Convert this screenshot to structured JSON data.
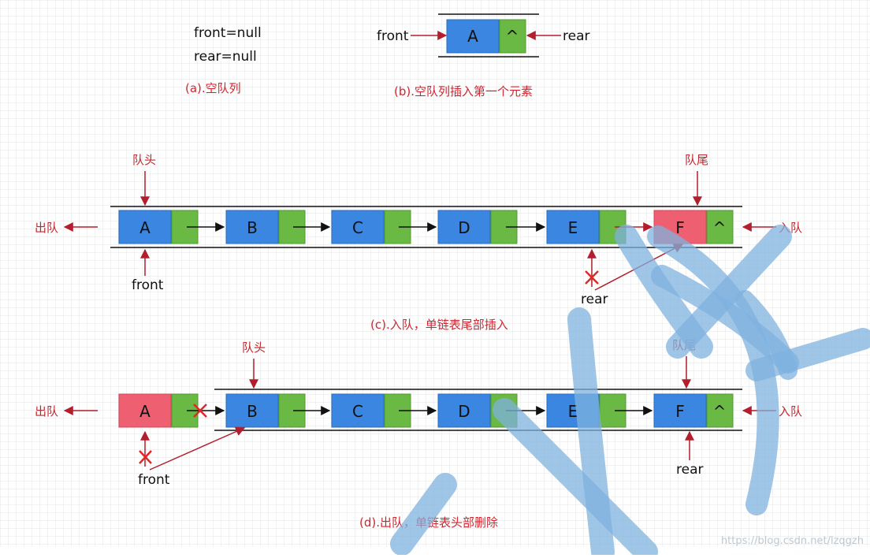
{
  "panel_a": {
    "front_text": "front=null",
    "rear_text": "rear=null",
    "caption": "(a).空队列"
  },
  "panel_b": {
    "front_label": "front",
    "rear_label": "rear",
    "node_value": "A",
    "null_symbol": "^",
    "caption": "(b).空队列插入第一个元素"
  },
  "panel_c": {
    "head_label": "队头",
    "tail_label": "队尾",
    "dequeue_label": "出队",
    "enqueue_label": "入队",
    "front_label": "front",
    "rear_label": "rear",
    "nodes": [
      "A",
      "B",
      "C",
      "D",
      "E",
      "F"
    ],
    "null_symbol": "^",
    "caption": "(c).入队，单链表尾部插入"
  },
  "panel_d": {
    "head_label": "队头",
    "tail_label": "队尾",
    "dequeue_label": "出队",
    "enqueue_label": "入队",
    "front_label": "front",
    "rear_label": "rear",
    "nodes": [
      "A",
      "B",
      "C",
      "D",
      "E",
      "F"
    ],
    "null_symbol": "^",
    "caption": "(d).出队，单链表头部删除"
  },
  "watermark_url": "https://blog.csdn.net/lzqgzh",
  "colors": {
    "node_blue": "#3a86e0",
    "pointer_green": "#6ab944",
    "highlight_red": "#ee5f72",
    "arrow_red": "#b41e2c",
    "caption_red": "#d0252f",
    "watermark_blue": "#7fb2df"
  }
}
